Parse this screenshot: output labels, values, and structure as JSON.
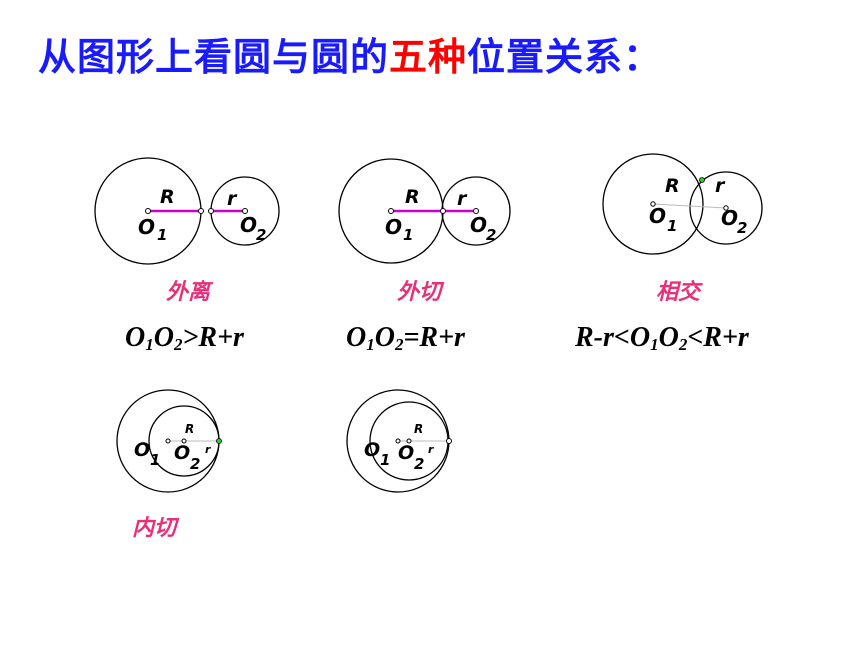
{
  "title": {
    "prefix": "从图形上看圆与圆的",
    "highlight": "五种",
    "suffix": "位置关系："
  },
  "colors": {
    "title": "#1a1aff",
    "highlight": "#ff0000",
    "caption": "#e8307a",
    "segment": "#cc00cc",
    "point_green": "#33cc33"
  },
  "labels": {
    "R": "R",
    "r": "r",
    "O": "O",
    "one": "1",
    "two": "2"
  },
  "cases": [
    {
      "caption": "外离",
      "formula": {
        "O1": "O",
        "s1": "1",
        "O2": "O",
        "s2": "2",
        "rel": ">R+r"
      }
    },
    {
      "caption": "外切",
      "formula": {
        "O1": "O",
        "s1": "1",
        "O2": "O",
        "s2": "2",
        "rel": "=R+r"
      }
    },
    {
      "caption": "相交",
      "formula": {
        "pre": "R-r<",
        "O1": "O",
        "s1": "1",
        "O2": "O",
        "s2": "2",
        "rel": "<R+r"
      }
    },
    {
      "caption": "内切"
    },
    {
      "caption": ""
    }
  ]
}
